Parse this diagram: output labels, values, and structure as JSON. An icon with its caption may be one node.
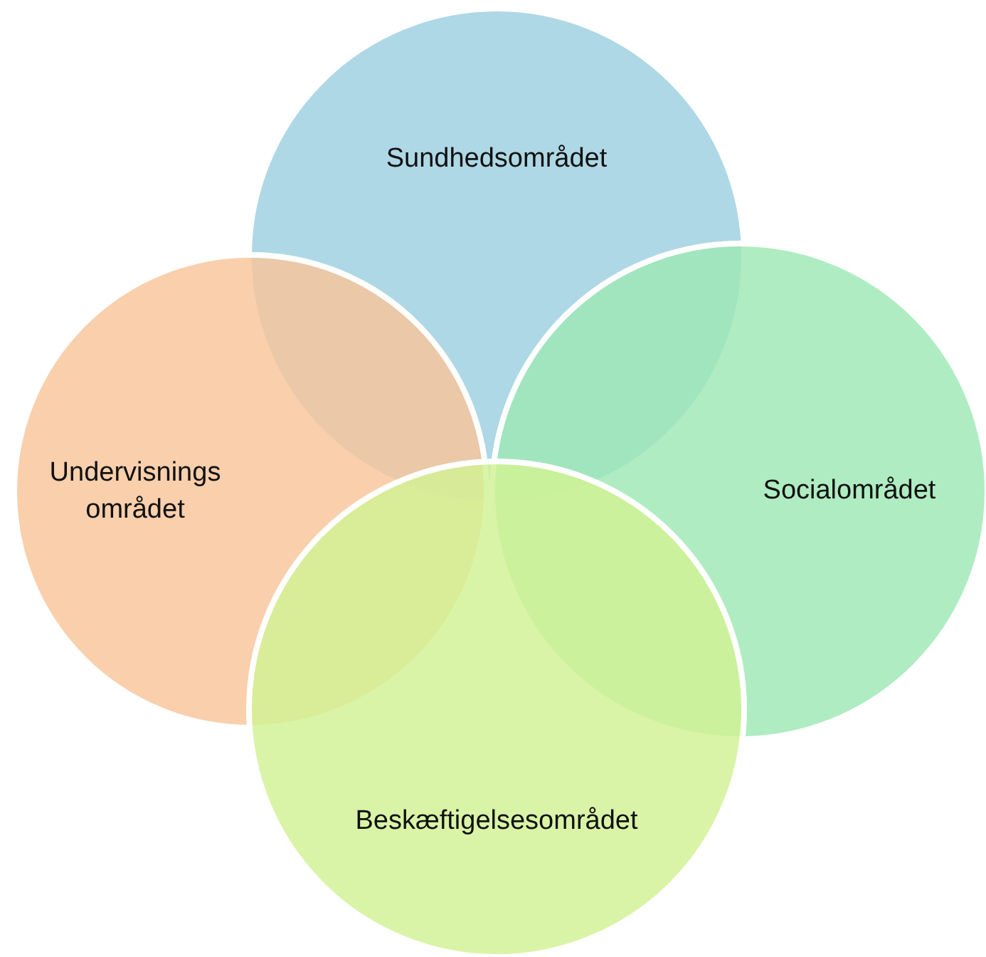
{
  "diagram": {
    "nodes": [
      {
        "text": [
          "Sundhedsområdet"
        ]
      },
      {
        "text": [
          "Undervisnings området"
        ]
      },
      {
        "text": [
          "Socialområdet"
        ]
      },
      {
        "text": [
          "Beskæftigelsesområdet"
        ]
      }
    ]
  }
}
